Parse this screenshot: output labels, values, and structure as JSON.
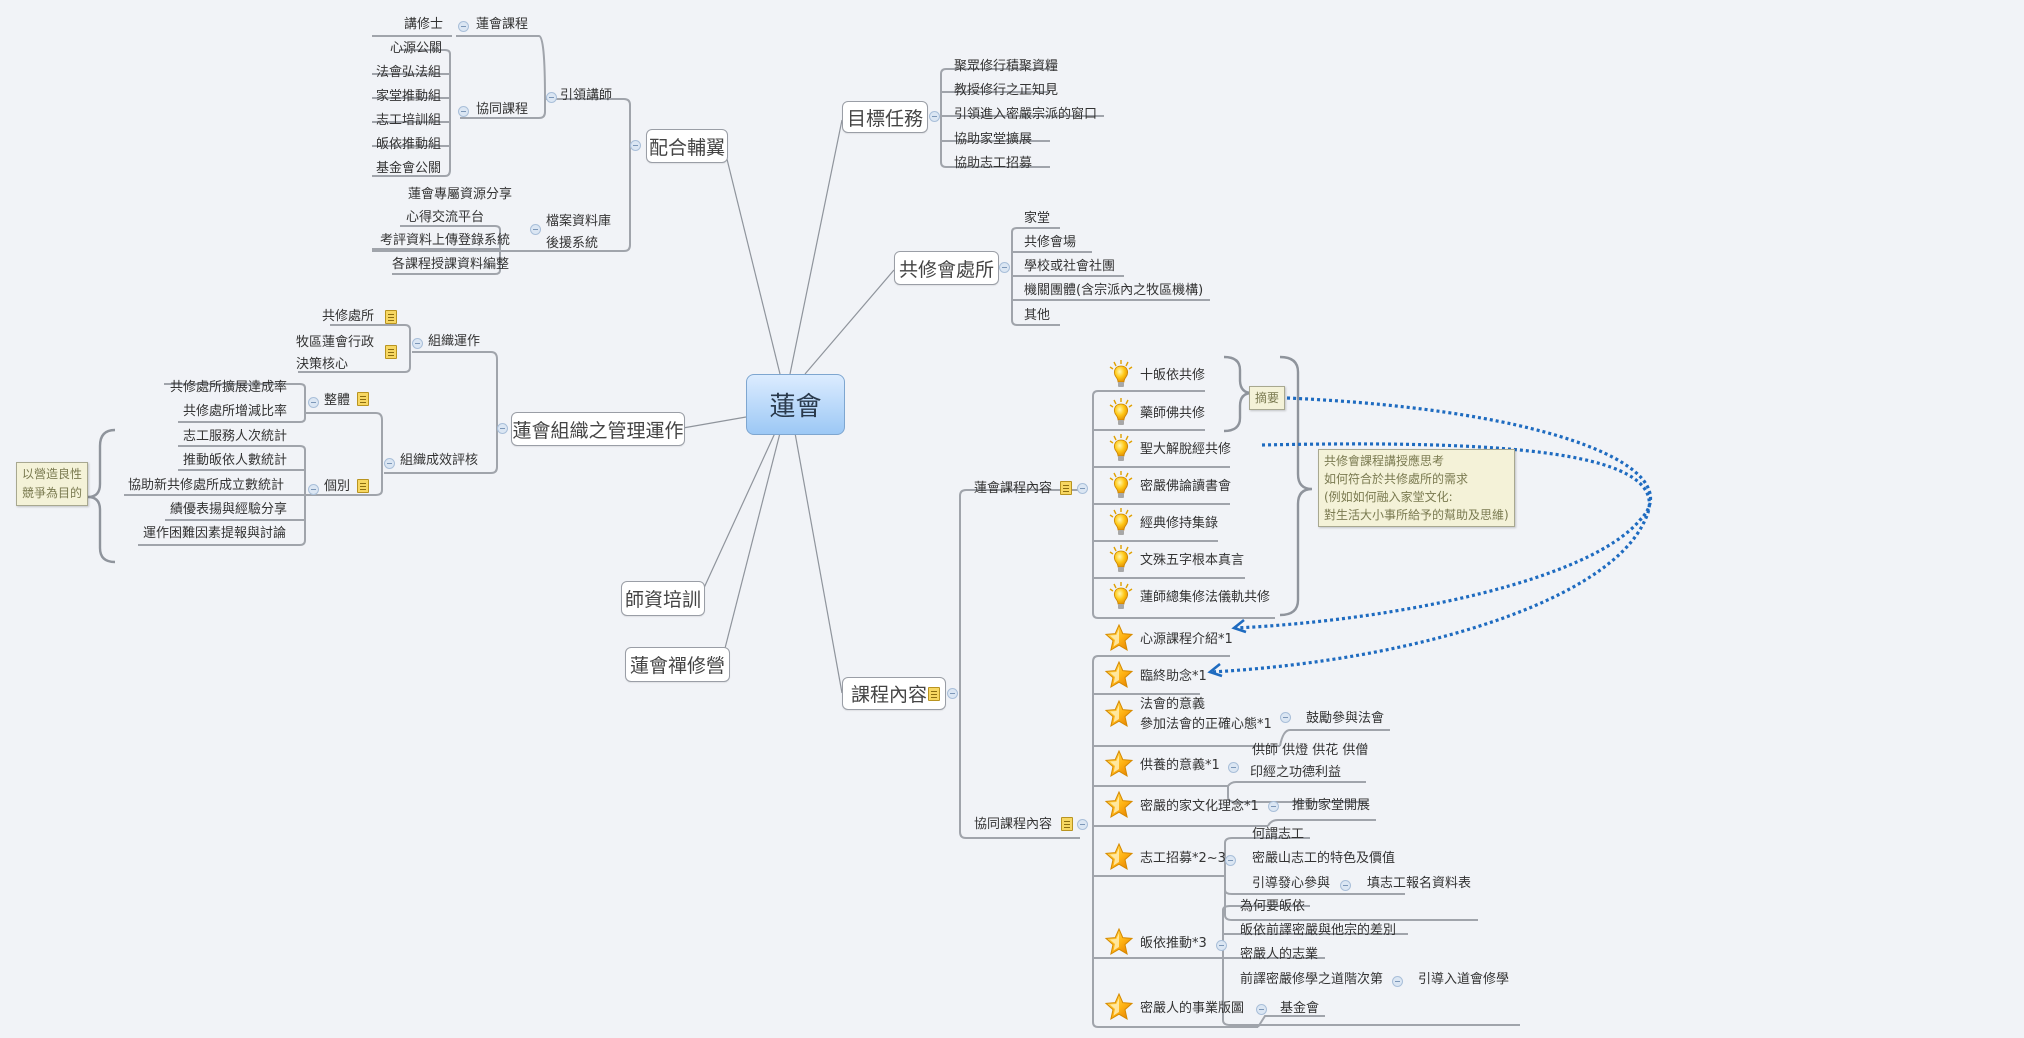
{
  "root": {
    "label": "蓮會"
  },
  "branches": {
    "support": {
      "label": "配合輔翼",
      "lead_teacher": {
        "label": "引領講師",
        "lotus_course": {
          "label": "蓮會課程",
          "children": [
            "講修士"
          ]
        },
        "joint_course": {
          "label": "協同課程",
          "children": [
            "心源公關",
            "法會弘法組",
            "家堂推動組",
            "志工培訓組",
            "皈依推動組",
            "基金會公關"
          ]
        }
      },
      "archive": {
        "label_lines": [
          "檔案資料庫",
          "後援系統"
        ],
        "children": [
          "蓮會專屬資源分享",
          "心得交流平台",
          "考評資料上傳登錄系統",
          "各課程授課資料編整"
        ]
      }
    },
    "goals": {
      "label": "目標任務",
      "children": [
        "聚眾修行積聚資糧",
        "教授修行之正知見",
        "引領進入密嚴宗派的窗口",
        "協助家堂擴展",
        "協助志工招募"
      ]
    },
    "venues": {
      "label": "共修會處所",
      "children": [
        "家堂",
        "共修會場",
        "學校或社會社團",
        "機關團體(含宗派內之牧區機構)",
        "其他"
      ]
    },
    "management": {
      "label": "蓮會組織之管理運作",
      "operation": {
        "label": "組織運作",
        "children": [
          "共修處所",
          "牧區蓮會行政",
          "決策核心"
        ]
      },
      "evaluation": {
        "label": "組織成效評核",
        "overall": {
          "label": "整體",
          "children": [
            "共修處所擴展達成率",
            "共修處所增減比率"
          ]
        },
        "individual": {
          "label": "個別",
          "children": [
            "志工服務人次統計",
            "推動皈依人數統計",
            "協助新共修處所成立數統計",
            "績優表揚與經驗分享",
            "運作困難因素提報與討論"
          ]
        }
      },
      "summary_callout": [
        "以營造良性",
        "競爭為目的"
      ]
    },
    "teacher_training": {
      "label": "師資培訓"
    },
    "retreat": {
      "label": "蓮會禪修營"
    },
    "courses": {
      "label": "課程內容",
      "lotus_content": {
        "label": "蓮會課程內容",
        "items": [
          "十皈依共修",
          "藥師佛共修",
          "聖大解脫經共修",
          "密嚴佛論讀書會",
          "經典修持集錄",
          "文殊五字根本真言",
          "蓮師總集修法儀軌共修"
        ],
        "summary_label": "摘要",
        "callout": [
          "共修會課程講授應思考",
          "如何符合於共修處所的需求",
          "(例如如何融入家堂文化:",
          "對生活大小事所給予的幫助及思維)"
        ]
      },
      "joint_content": {
        "label": "協同課程內容",
        "items": [
          {
            "label": "心源課程介紹*1",
            "children": []
          },
          {
            "label": "臨終助念*1",
            "children": []
          },
          {
            "label_lines": [
              "法會的意義",
              "參加法會的正確心態*1"
            ],
            "children": [
              "鼓勵參與法會"
            ]
          },
          {
            "label": "供養的意義*1",
            "children": [
              "供師 供燈 供花 供僧",
              "印經之功德利益"
            ]
          },
          {
            "label": "密嚴的家文化理念*1",
            "children": [
              "推動家堂開展"
            ]
          },
          {
            "label": "志工招募*2~3",
            "children": [
              "何謂志工",
              "密嚴山志工的特色及價值",
              "引導發心參與"
            ],
            "grandchild": "填志工報名資料表"
          },
          {
            "label": "皈依推動*3",
            "children": [
              "為何要皈依",
              "皈依前譯密嚴與他宗的差別",
              "密嚴人的志業",
              "前譯密嚴修學之道階次第"
            ],
            "grandchild": "引導入道會修學"
          },
          {
            "label": "密嚴人的事業版圖",
            "children": [
              "基金會"
            ]
          }
        ]
      }
    }
  },
  "colors": {
    "background": "#f1f3f7",
    "root_fill": "#9cc8f5",
    "relationship": "#1e6bc0",
    "callout": "#f4f2d8"
  }
}
